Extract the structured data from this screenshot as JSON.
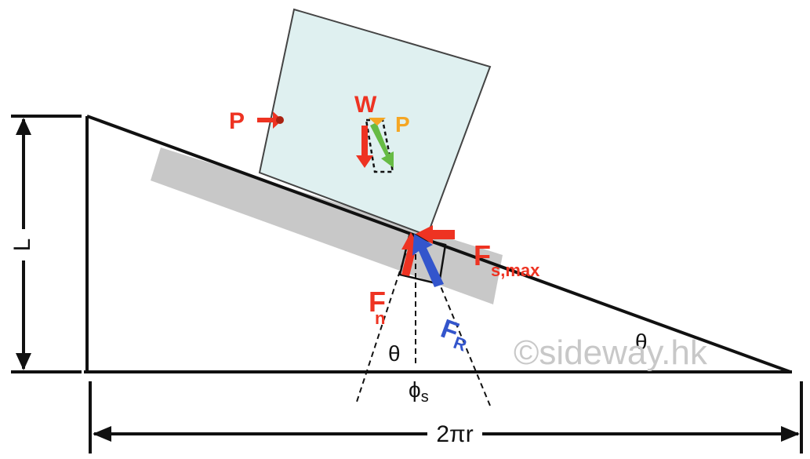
{
  "labels": {
    "height": "L",
    "base": "2πr",
    "push_force": "P",
    "weight": "W",
    "weight_component": "P",
    "normal_force_main": "F",
    "normal_force_sub": "n",
    "friction_main": "F",
    "friction_sub": "s,max",
    "resultant_main": "F",
    "resultant_sub": "R",
    "angle_incline": "θ",
    "angle_normal": "θ",
    "friction_angle_main": "ϕ",
    "friction_angle_sub": "s"
  },
  "watermark": "©sideway.hk",
  "colors": {
    "block_fill": "#dff0f0",
    "shadow": "#c8c8c8",
    "red": "#ee3322",
    "blue": "#3355cc",
    "green": "#66bb44",
    "orange": "#f5a623",
    "line": "#111111"
  }
}
